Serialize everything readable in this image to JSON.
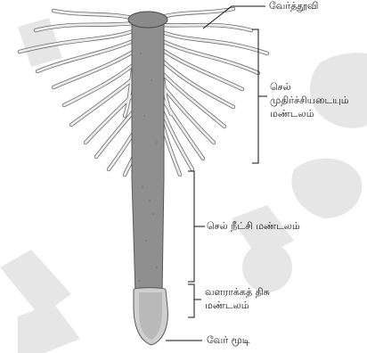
{
  "labels": {
    "root_hair": "வேர்த்தூவி",
    "maturation_zone": [
      "செல்",
      "முதிர்ச்சியடையும்",
      "மண்டலம்"
    ],
    "elongation_zone": "செல் நீட்சி மண்டலம்",
    "meristematic_zone": [
      "வளராக்கத் திசு",
      "மண்டலம்"
    ],
    "root_cap": "வேர் மூடி"
  },
  "colors": {
    "root_body": "#8f8f8f",
    "root_cap": "#cfcfcf",
    "root_hairs": "#e6e6e6",
    "hair_outline": "#7a7a7a",
    "watermark": "#e3e3e3",
    "lines": "#111111"
  }
}
